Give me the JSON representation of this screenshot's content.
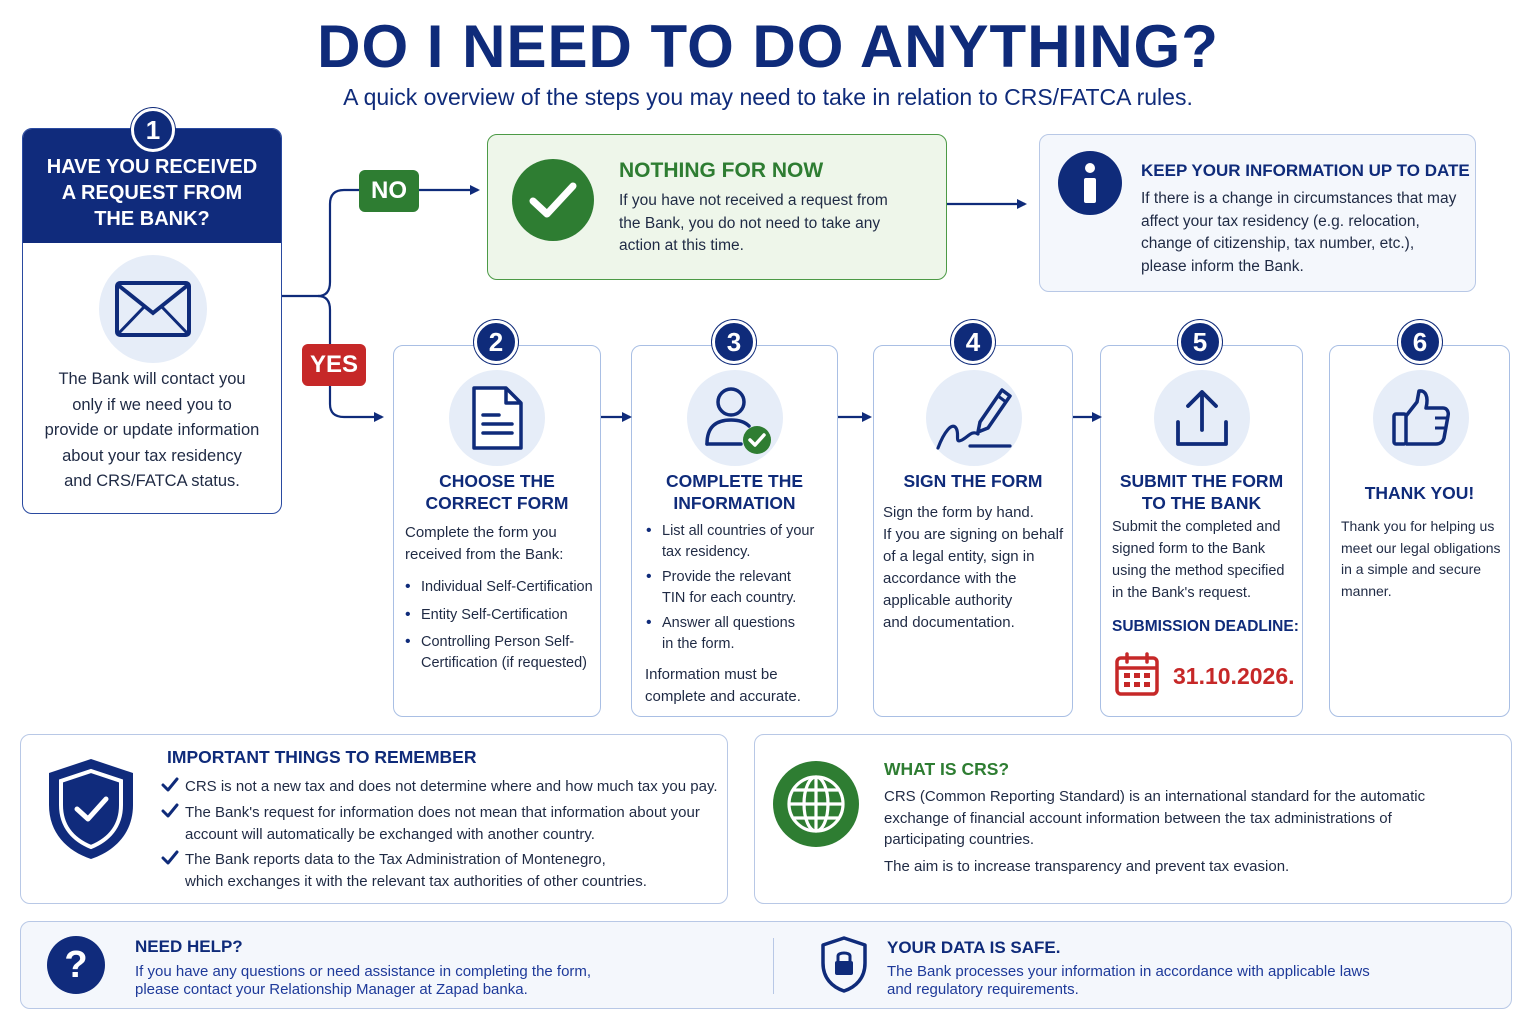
{
  "header": {
    "title": "DO I NEED TO DO ANYTHING?",
    "subtitle": "A quick overview of the steps you may need to take in relation to CRS/FATCA rules."
  },
  "step1": {
    "number": "1",
    "question_lines": [
      "HAVE YOU RECEIVED",
      "A REQUEST FROM",
      "THE BANK?"
    ],
    "icon": "envelope-icon",
    "body_lines": [
      "The Bank will contact you",
      "only if we need you to",
      "provide or update information",
      "about your tax residency",
      "and CRS/FATCA status."
    ]
  },
  "branches": {
    "no": "NO",
    "yes": "YES"
  },
  "nothing_for_now": {
    "title": "NOTHING FOR NOW",
    "lines": [
      "If you have not received a request from",
      "the Bank, you do not need to take any",
      "action at this time."
    ],
    "icon": "check-circle-icon"
  },
  "keep_info": {
    "title": "KEEP YOUR INFORMATION UP TO DATE",
    "lines": [
      "If there is a change in circumstances that may",
      "affect your tax residency (e.g. relocation,",
      "change of citizenship, tax number, etc.),",
      "please inform the Bank."
    ],
    "icon": "info-icon"
  },
  "step2": {
    "number": "2",
    "title_lines": [
      "CHOOSE THE",
      "CORRECT FORM"
    ],
    "intro_lines": [
      "Complete the form you",
      "received from the Bank:"
    ],
    "items": [
      [
        "Individual Self-Certification"
      ],
      [
        "Entity Self-Certification"
      ],
      [
        "Controlling Person Self-",
        "Certification (if requested)"
      ]
    ],
    "icon": "document-icon"
  },
  "step3": {
    "number": "3",
    "title_lines": [
      "COMPLETE THE",
      "INFORMATION"
    ],
    "items": [
      [
        "List all countries of your",
        "tax residency."
      ],
      [
        "Provide the relevant",
        "TIN for each country."
      ],
      [
        "Answer all questions",
        "in the form."
      ]
    ],
    "outro_lines": [
      "Information must be",
      "complete and accurate."
    ],
    "icon": "user-check-icon"
  },
  "step4": {
    "number": "4",
    "title": "SIGN THE FORM",
    "lines": [
      "Sign the form by hand.",
      "If you are signing on behalf",
      "of a legal entity, sign in",
      "accordance with the",
      "applicable authority",
      "and documentation."
    ],
    "icon": "pen-signature-icon"
  },
  "step5": {
    "number": "5",
    "title_lines": [
      "SUBMIT THE FORM",
      "TO THE BANK"
    ],
    "lines": [
      "Submit the completed and",
      "signed form to the Bank",
      "using the method specified",
      "in the Bank's request."
    ],
    "deadline_label": "SUBMISSION DEADLINE:",
    "deadline_date": "31.10.2026.",
    "icon": "upload-icon"
  },
  "step6": {
    "number": "6",
    "title": "THANK YOU!",
    "lines": [
      "Thank you for helping us",
      "meet our legal obligations",
      "in a simple and secure",
      "manner."
    ],
    "icon": "thumbs-up-icon"
  },
  "remember": {
    "title": "IMPORTANT THINGS TO REMEMBER",
    "items": [
      [
        "CRS is not a new tax and does not determine where and how much tax you pay."
      ],
      [
        "The Bank's request for information does not mean that information about your",
        "account will automatically be exchanged with another country."
      ],
      [
        "The Bank reports data to the Tax Administration of Montenegro,",
        "which exchanges it with the relevant tax authorities of other countries."
      ]
    ],
    "icon": "shield-check-icon"
  },
  "what_is_crs": {
    "title": "WHAT IS CRS?",
    "lines": [
      "CRS (Common Reporting Standard) is an international standard for the automatic",
      "exchange of financial account information between the tax administrations of",
      "participating countries."
    ],
    "aim": "The aim is to increase transparency and prevent tax evasion.",
    "icon": "globe-icon"
  },
  "need_help": {
    "title": "NEED HELP?",
    "lines": [
      "If you have any questions or need assistance in completing the form,",
      "please contact your Relationship Manager at Zapad banka."
    ],
    "icon": "question-icon"
  },
  "data_safe": {
    "title": "YOUR DATA IS SAFE.",
    "lines": [
      "The Bank processes your information in accordance with applicable laws",
      "and regulatory requirements."
    ],
    "icon": "shield-lock-icon"
  },
  "colors": {
    "navy": "#0f2b7a",
    "green": "#2e7d32",
    "red": "#c62828",
    "light_blue": "#e6edf8"
  }
}
